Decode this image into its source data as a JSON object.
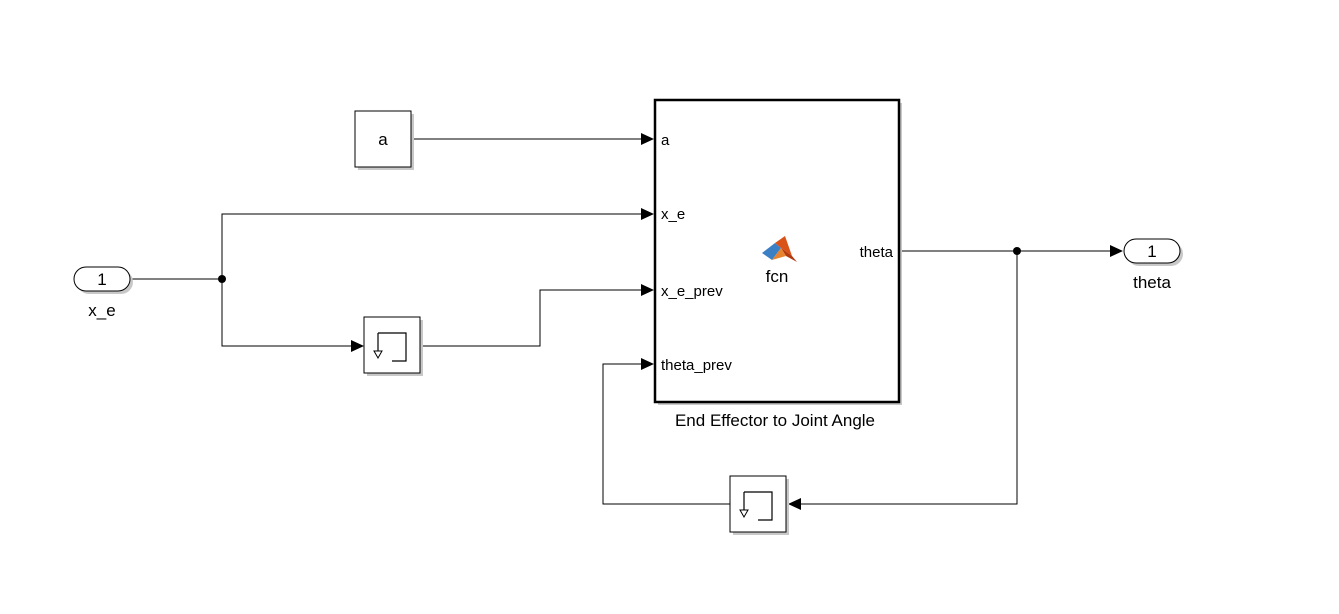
{
  "diagram": {
    "inport": {
      "number": "1",
      "name": "x_e"
    },
    "outport": {
      "number": "1",
      "name": "theta"
    },
    "constant_block": {
      "label": "a"
    },
    "function_block": {
      "name": "End Effector to Joint Angle",
      "icon_text": "fcn",
      "icon": "matlab-logo-icon",
      "inputs": [
        "a",
        "x_e",
        "x_e_prev",
        "theta_prev"
      ],
      "output": "theta"
    },
    "delay_blocks": [
      {
        "type": "unit-delay",
        "icon": "unit-delay-icon"
      },
      {
        "type": "unit-delay",
        "icon": "unit-delay-icon"
      }
    ]
  }
}
